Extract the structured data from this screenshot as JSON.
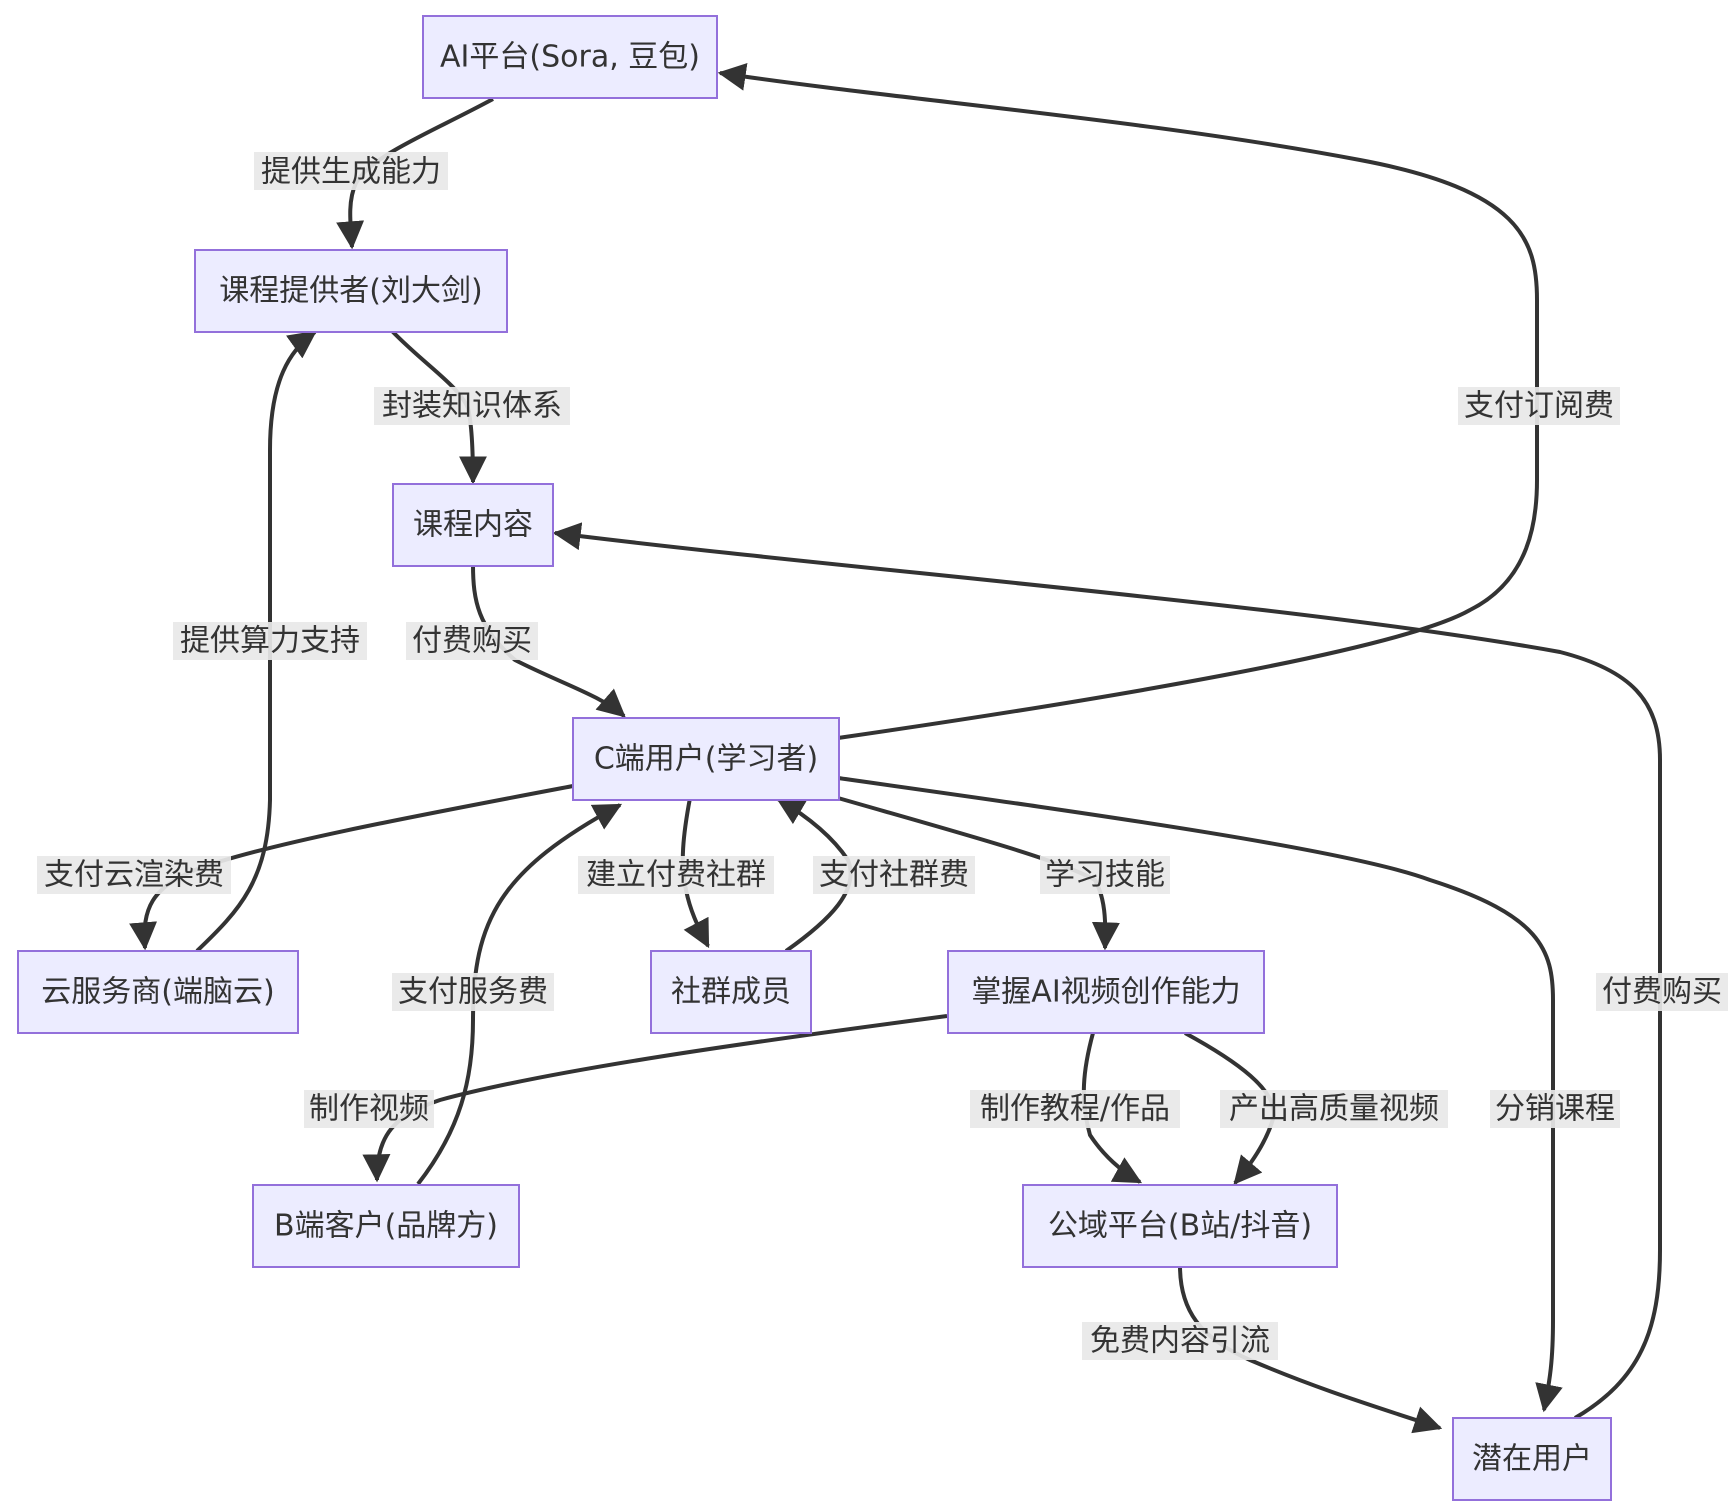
{
  "nodes": [
    {
      "id": "ai",
      "label": "AI平台(Sora, 豆包)"
    },
    {
      "id": "provider",
      "label": "课程提供者(刘大剑)"
    },
    {
      "id": "course",
      "label": "课程内容"
    },
    {
      "id": "cuser",
      "label": "C端用户(学习者)"
    },
    {
      "id": "cloud",
      "label": "云服务商(端脑云)"
    },
    {
      "id": "community",
      "label": "社群成员"
    },
    {
      "id": "skill",
      "label": "掌握AI视频创作能力"
    },
    {
      "id": "bclient",
      "label": "B端客户(品牌方)"
    },
    {
      "id": "public",
      "label": "公域平台(B站/抖音)"
    },
    {
      "id": "potential",
      "label": "潜在用户"
    }
  ],
  "edges": [
    {
      "id": "e1",
      "from": "ai",
      "to": "provider",
      "label": "提供生成能力"
    },
    {
      "id": "e2",
      "from": "provider",
      "to": "course",
      "label": "封装知识体系"
    },
    {
      "id": "e3",
      "from": "course",
      "to": "cuser",
      "label": "付费购买"
    },
    {
      "id": "e4",
      "from": "cuser",
      "to": "ai",
      "label": "支付订阅费"
    },
    {
      "id": "e5",
      "from": "cuser",
      "to": "cloud",
      "label": "支付云渲染费"
    },
    {
      "id": "e6",
      "from": "cloud",
      "to": "provider",
      "label": "提供算力支持"
    },
    {
      "id": "e7",
      "from": "cuser",
      "to": "community",
      "label": "建立付费社群"
    },
    {
      "id": "e8",
      "from": "community",
      "to": "cuser",
      "label": "支付社群费"
    },
    {
      "id": "e9",
      "from": "cuser",
      "to": "skill",
      "label": "学习技能"
    },
    {
      "id": "e10",
      "from": "skill",
      "to": "bclient",
      "label": "制作视频"
    },
    {
      "id": "e11",
      "from": "bclient",
      "to": "cuser",
      "label": "支付服务费"
    },
    {
      "id": "e12",
      "from": "skill",
      "to": "public",
      "label": "制作教程/作品"
    },
    {
      "id": "e13",
      "from": "skill",
      "to": "public",
      "label": "产出高质量视频"
    },
    {
      "id": "e14",
      "from": "public",
      "to": "potential",
      "label": "免费内容引流"
    },
    {
      "id": "e15",
      "from": "cuser",
      "to": "potential",
      "label": "分销课程"
    },
    {
      "id": "e16",
      "from": "potential",
      "to": "course",
      "label": "付费购买"
    }
  ],
  "colors": {
    "node_fill": "#ECECFF",
    "node_stroke": "#9370DB",
    "edge": "#333333",
    "label_bg": "#e8e8e8",
    "text": "#333333"
  }
}
